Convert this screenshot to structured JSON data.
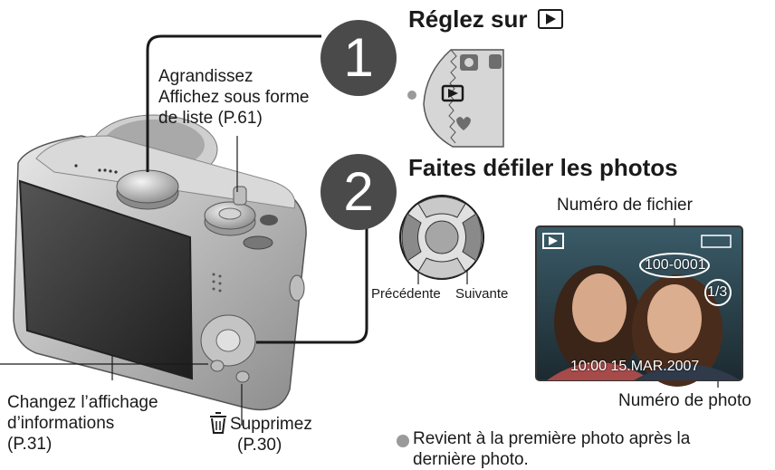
{
  "step1": {
    "number": "1",
    "heading": "Réglez sur",
    "heading_icon": "play-mode-icon"
  },
  "step2": {
    "number": "2",
    "heading": "Faites défiler les photos"
  },
  "labels": {
    "zoom_line1": "Agrandissez",
    "zoom_line2": "Affichez sous forme",
    "zoom_line3": "de liste (P.61)",
    "prev": "Précédente",
    "next": "Suivante",
    "file_number": "Numéro de fichier",
    "photo_number": "Numéro de photo",
    "display_line1": "Changez l’affichage",
    "display_line2": "d’informations",
    "display_line3": "(P.31)",
    "delete_icon": "trash-icon",
    "delete_line1": "Supprimez",
    "delete_line2": "(P.30)",
    "note_line1": "Revient à la première photo après la",
    "note_line2": "dernière photo."
  },
  "screen": {
    "file_value": "100-0001",
    "photo_count": "1/3",
    "datetime": "10:00 15.MAR.2007"
  },
  "colors": {
    "step_circle": "#4a4a4a",
    "bullet": "#9a9a9a"
  }
}
